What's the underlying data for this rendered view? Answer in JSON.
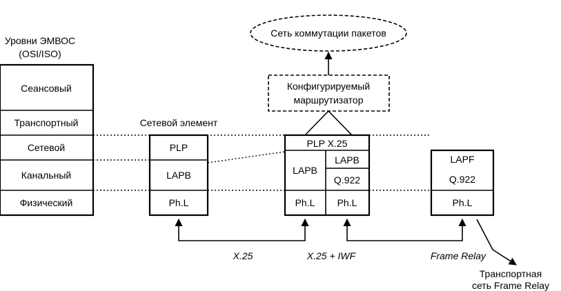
{
  "osi": {
    "title_line1": "Уровни ЭМВОС",
    "title_line2": "(OSI/ISO)",
    "layers": [
      "Сеансовый",
      "Транспортный",
      "Сетевой",
      "Канальный",
      "Физический"
    ]
  },
  "network_element": {
    "title": "Сетевой элемент",
    "cells": [
      "PLP",
      "LAPB",
      "Ph.L"
    ]
  },
  "packet_network": {
    "label": "Сеть коммутации пакетов"
  },
  "router": {
    "line1": "Конфигурируемый",
    "line2": "маршрутизатор"
  },
  "iwf_node": {
    "top": "PLP X.25",
    "lapb_left": "LAPB",
    "lapb_right": "LAPB",
    "q922": "Q.922",
    "phl_left": "Ph.L",
    "phl_right": "Ph.L"
  },
  "fr_node": {
    "lapf": "LAPF",
    "q922": "Q.922",
    "phl": "Ph.L"
  },
  "links": {
    "x25": "X.25",
    "x25_iwf": "X.25 + IWF",
    "frame_relay": "Frame Relay"
  },
  "fr_network": {
    "line1": "Транспортная",
    "line2": "сеть Frame Relay"
  }
}
